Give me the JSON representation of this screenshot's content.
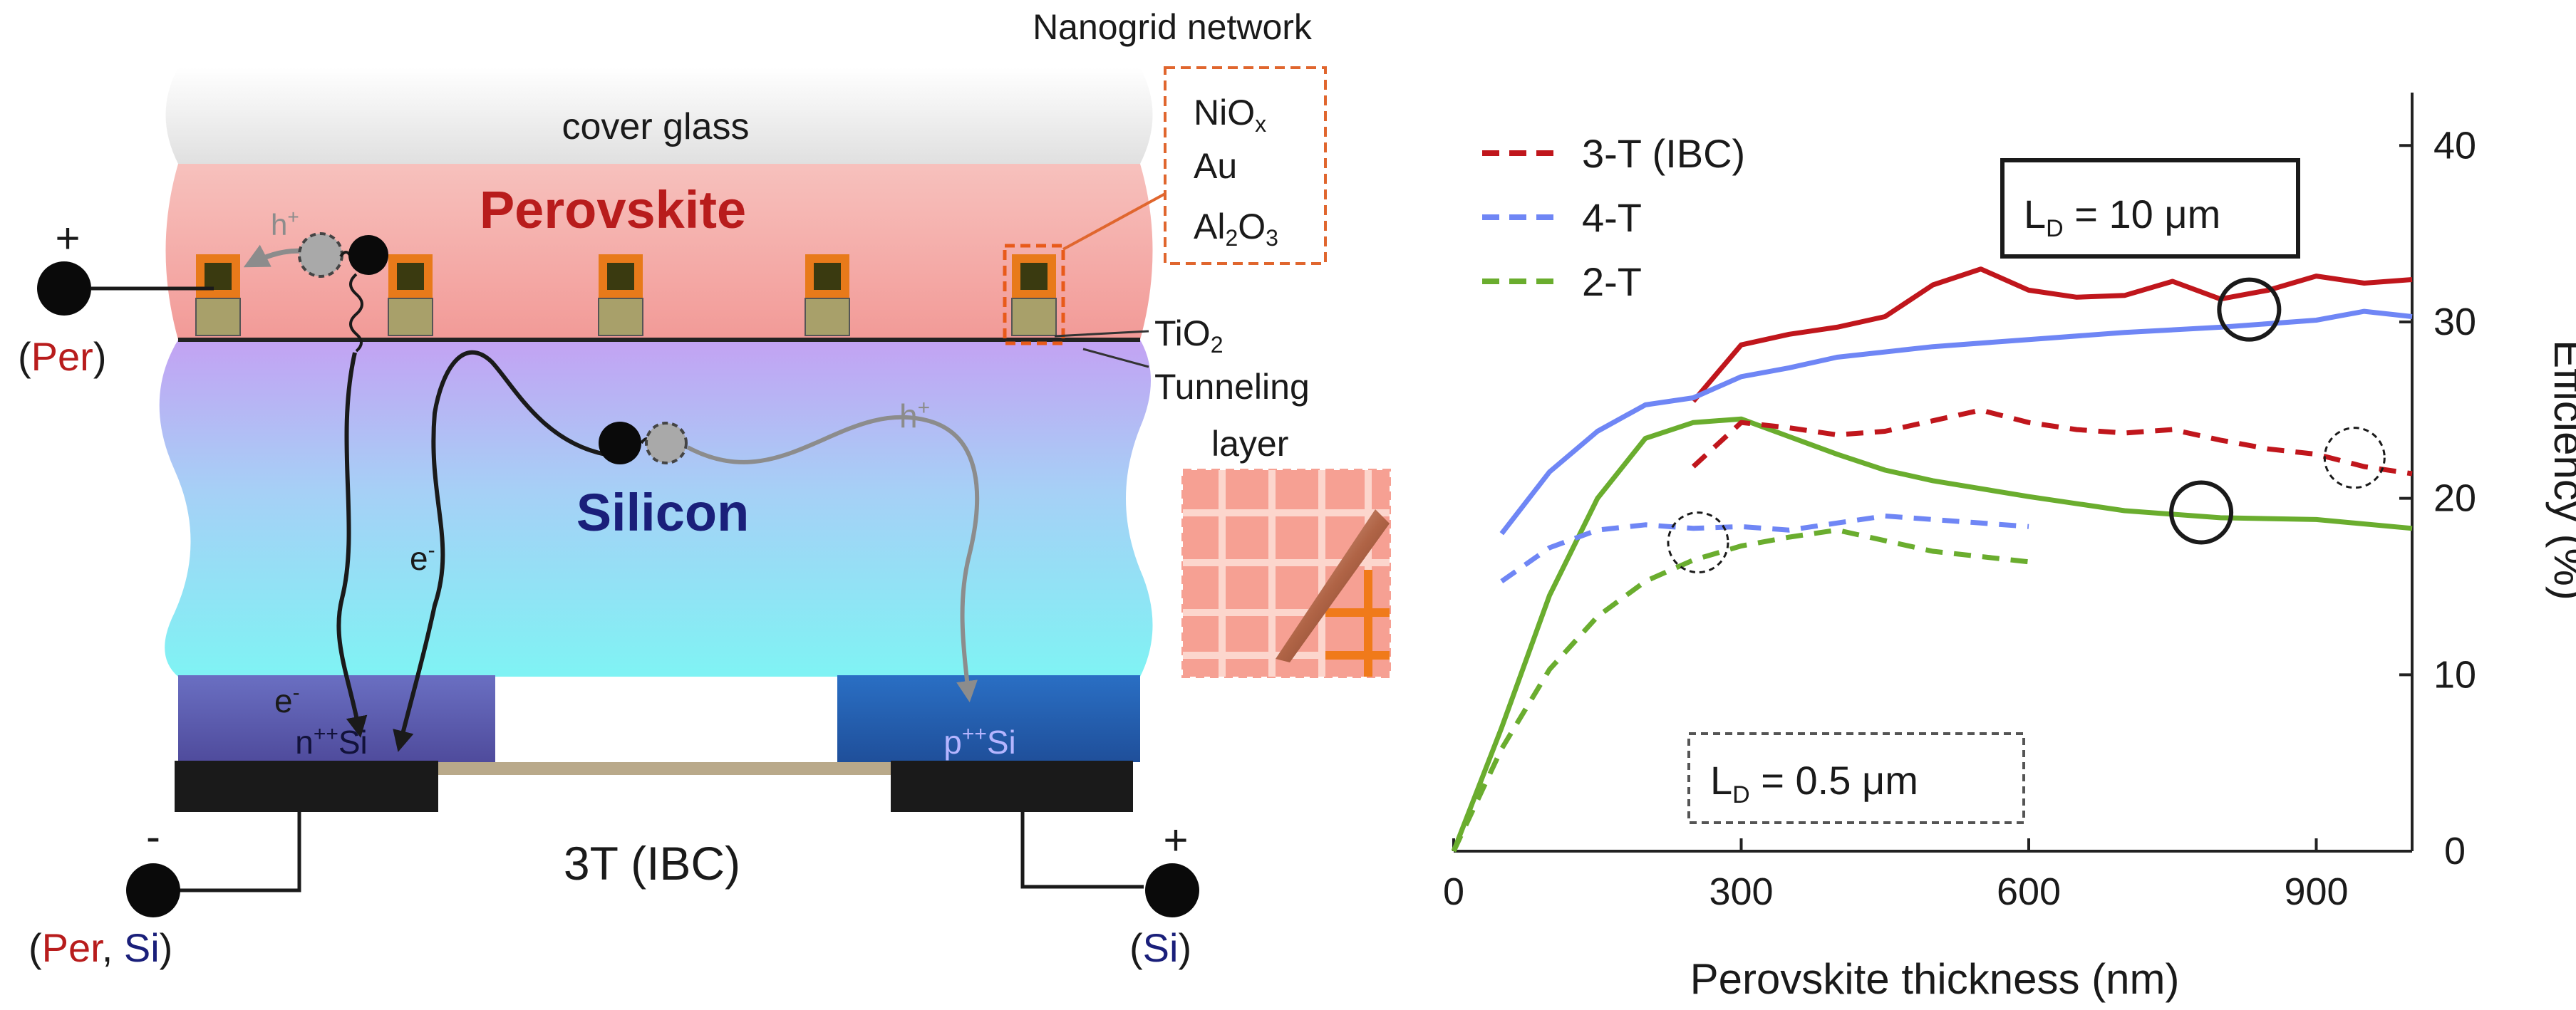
{
  "diagram": {
    "nanogrid_title": "Nanogrid network",
    "legend_box": {
      "line1": "NiO",
      "line1_sub": "x",
      "line2": "Au",
      "line3": "Al",
      "line3_sub": "2",
      "line3_tail": "O",
      "line3_sub2": "3"
    },
    "cover_glass": "cover glass",
    "perovskite": "Perovskite",
    "silicon": "Silicon",
    "tio2": "TiO",
    "tio2_sub": "2",
    "tunneling_line1": "Tunneling",
    "tunneling_line2": "layer",
    "hole_label": "h",
    "hole_sup": "+",
    "electron_label": "e",
    "electron_sup": "-",
    "n_contact": "n",
    "n_contact_sup": "++",
    "n_contact_tail": "Si",
    "p_contact": "p",
    "p_contact_sup": "++",
    "p_contact_tail": "Si",
    "device_label": "3T (IBC)",
    "terminal_plus_left": "+",
    "terminal_per": "Per",
    "terminal_minus": "-",
    "terminal_per2": "Per",
    "terminal_comma": ",",
    "terminal_si": "Si",
    "terminal_plus_right": "+",
    "terminal_si2": "Si",
    "open_paren": "(",
    "close_paren": ")",
    "colors": {
      "perovskite_text": "#b81c1c",
      "silicon_text": "#1a1f7a",
      "perovskite_layer": "#f2a3a3",
      "silicon_top": "#b9a6f2",
      "silicon_bottom": "#7ff0f2"
    }
  },
  "chart_data": {
    "type": "line",
    "xlabel": "Perovskite thickness (nm)",
    "ylabel": "Efficiency (%)",
    "xlim": [
      0,
      1000
    ],
    "ylim": [
      0,
      43
    ],
    "xticks": [
      0,
      300,
      600,
      900
    ],
    "yticks": [
      0,
      10,
      20,
      30,
      40
    ],
    "legend_placement": "top-left",
    "legend": [
      {
        "label": "3-T (IBC)",
        "color": "#c0161c",
        "style": "dashed"
      },
      {
        "label": "4-T",
        "color": "#6f86f5",
        "style": "dashed"
      },
      {
        "label": "2-T",
        "color": "#6aad2e",
        "style": "dashed"
      }
    ],
    "annotations": {
      "ld_high_main": "L",
      "ld_high_sub": "D",
      "ld_high_tail": " = 10 μm",
      "ld_low_main": "L",
      "ld_low_sub": "D",
      "ld_low_tail": " = 0.5 μm"
    },
    "series": [
      {
        "name": "3-T (IBC)",
        "ld": "10 μm",
        "color": "#c0161c",
        "style": "solid",
        "x": [
          250,
          300,
          350,
          400,
          450,
          500,
          550,
          600,
          650,
          700,
          750,
          800,
          850,
          900,
          950,
          1000
        ],
        "y": [
          25.5,
          28.7,
          29.3,
          29.7,
          30.3,
          32.1,
          33.0,
          31.8,
          31.4,
          31.5,
          32.3,
          31.3,
          31.8,
          32.6,
          32.2,
          32.4
        ]
      },
      {
        "name": "4-T",
        "ld": "10 μm",
        "color": "#6f86f5",
        "style": "solid",
        "x": [
          50,
          100,
          150,
          200,
          250,
          300,
          350,
          400,
          500,
          600,
          700,
          800,
          900,
          950,
          1000
        ],
        "y": [
          18.0,
          21.5,
          23.8,
          25.3,
          25.7,
          26.9,
          27.4,
          28.0,
          28.6,
          29.0,
          29.4,
          29.7,
          30.1,
          30.6,
          30.3
        ]
      },
      {
        "name": "2-T",
        "ld": "10 μm",
        "color": "#6aad2e",
        "style": "solid",
        "x": [
          0,
          50,
          100,
          150,
          200,
          250,
          300,
          350,
          400,
          450,
          500,
          600,
          700,
          800,
          900,
          1000
        ],
        "y": [
          0,
          7.0,
          14.5,
          20.0,
          23.4,
          24.3,
          24.5,
          23.5,
          22.5,
          21.6,
          21.0,
          20.1,
          19.3,
          18.9,
          18.8,
          18.3
        ]
      },
      {
        "name": "3-T (IBC)",
        "ld": "0.5 μm",
        "color": "#c0161c",
        "style": "dashed",
        "x": [
          250,
          300,
          350,
          400,
          450,
          500,
          550,
          600,
          650,
          700,
          750,
          800,
          850,
          900,
          950,
          1000
        ],
        "y": [
          21.8,
          24.3,
          24.0,
          23.6,
          23.8,
          24.4,
          25.0,
          24.3,
          23.9,
          23.7,
          23.9,
          23.3,
          22.8,
          22.5,
          21.8,
          21.4
        ]
      },
      {
        "name": "4-T",
        "ld": "0.5 μm",
        "color": "#6f86f5",
        "style": "dashed",
        "x": [
          50,
          100,
          150,
          200,
          250,
          300,
          350,
          400,
          450,
          500,
          550,
          600
        ],
        "y": [
          15.3,
          17.2,
          18.2,
          18.5,
          18.3,
          18.4,
          18.2,
          18.6,
          19.0,
          18.8,
          18.6,
          18.4
        ]
      },
      {
        "name": "2-T",
        "ld": "0.5 μm",
        "color": "#6aad2e",
        "style": "dashed",
        "x": [
          0,
          50,
          100,
          150,
          200,
          250,
          300,
          350,
          400,
          450,
          500,
          550,
          600
        ],
        "y": [
          0,
          5.8,
          10.3,
          13.3,
          15.3,
          16.5,
          17.3,
          17.8,
          18.2,
          17.6,
          17.0,
          16.7,
          16.4
        ]
      }
    ],
    "markers": [
      {
        "x": 830,
        "y": 30.7,
        "style": "solid-circle"
      },
      {
        "x": 780,
        "y": 19.2,
        "style": "solid-circle"
      },
      {
        "x": 940,
        "y": 22.3,
        "style": "dashed-circle"
      },
      {
        "x": 255,
        "y": 17.5,
        "style": "dashed-circle"
      }
    ]
  }
}
